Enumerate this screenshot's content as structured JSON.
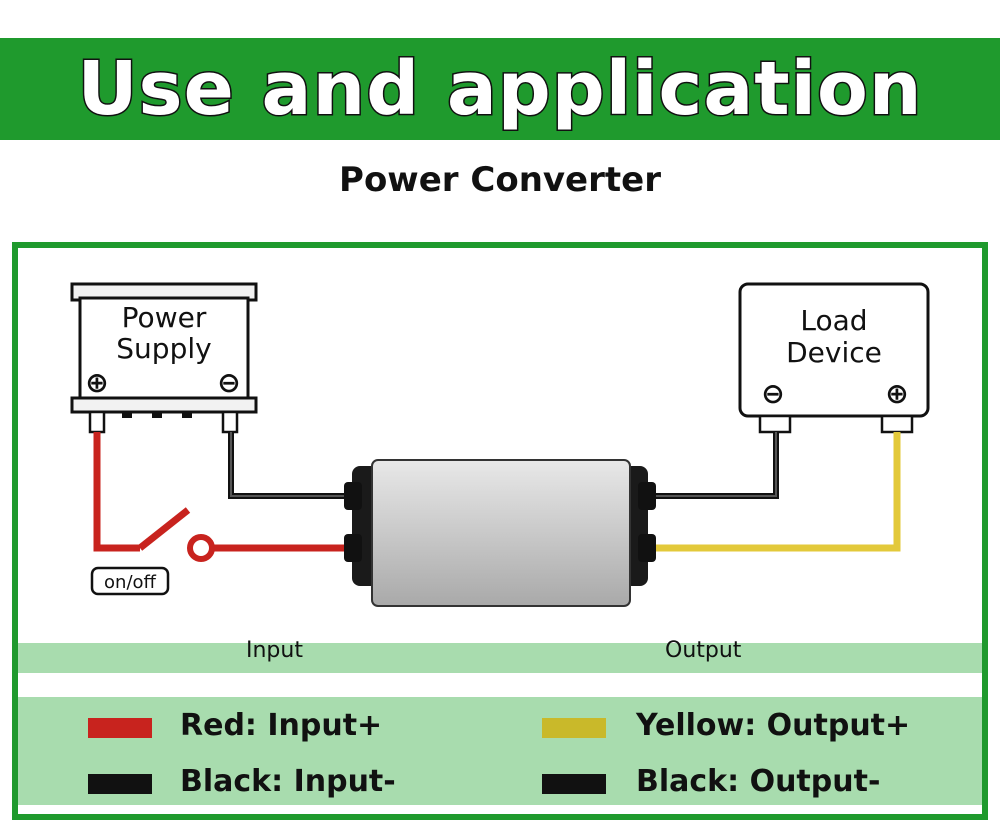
{
  "header": {
    "title": "Use and application",
    "subtitle": "Power Converter"
  },
  "diagram": {
    "power_supply": {
      "line1": "Power",
      "line2": "Supply",
      "pos": "⊕",
      "neg": "⊖"
    },
    "load_device": {
      "line1": "Load",
      "line2": "Device",
      "neg": "⊖",
      "pos": "⊕"
    },
    "switch_label": "on/off",
    "input_label": "Input",
    "output_label": "Output"
  },
  "legend": {
    "items": [
      {
        "label": "Red: Input+",
        "color": "#c8231e"
      },
      {
        "label": "Black: Input-",
        "color": "#111111"
      },
      {
        "label": "Yellow: Output+",
        "color": "#c9b92a"
      },
      {
        "label": "Black: Output-",
        "color": "#111111"
      }
    ]
  },
  "colors": {
    "brand_green": "#1f9a2d",
    "light_green": "#a8dcae",
    "wire_red": "#c8231e",
    "wire_yellow": "#e3c93a"
  }
}
